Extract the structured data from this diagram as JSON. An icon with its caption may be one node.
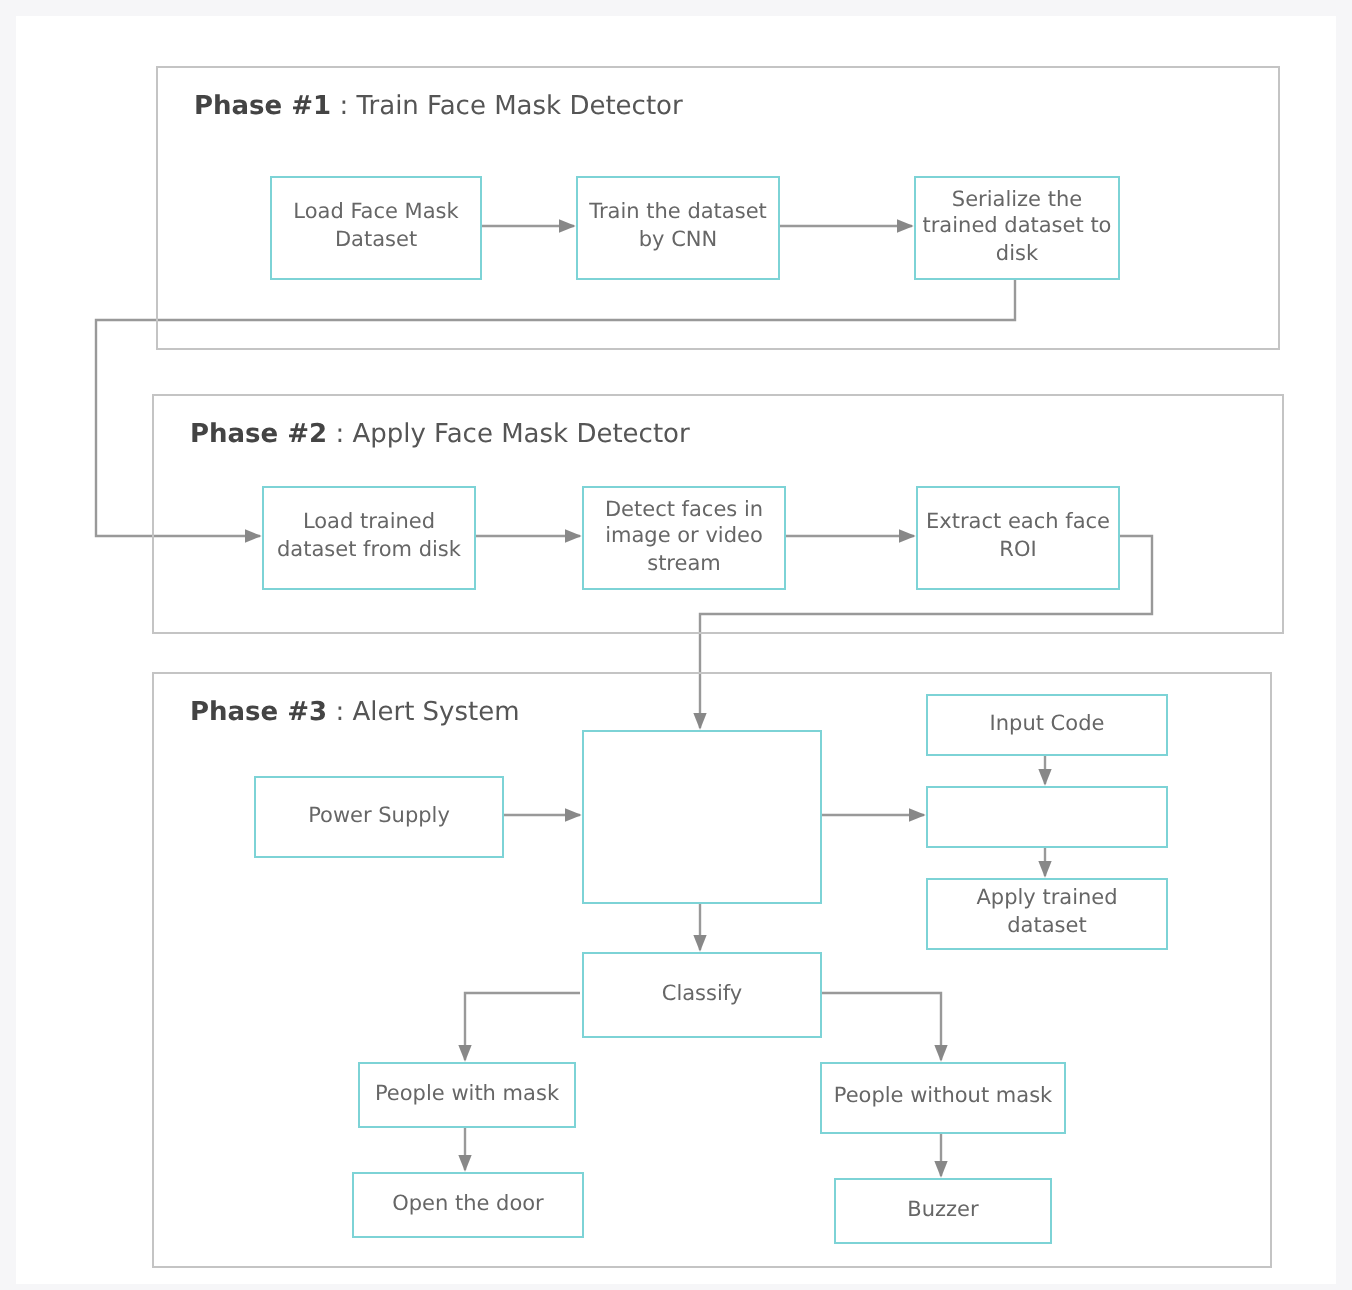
{
  "diagram": {
    "nodes": [
      {
        "text": [
          "**Phase #1** : Train Face Mask Detector"
        ]
      },
      {
        "text": [
          "Load Face Mask Dataset"
        ],
        "in": 0
      },
      {
        "text": [
          "Train the dataset by CNN"
        ],
        "in": 0
      },
      {
        "text": [
          "Serialize the trained dataset to disk"
        ],
        "in": 0
      },
      {
        "text": [
          "**Phase #2** : Apply Face Mask Detector"
        ]
      },
      {
        "text": [
          "Load trained dataset from disk"
        ],
        "in": 4
      },
      {
        "text": [
          "Detect faces in image or video stream"
        ],
        "in": 4
      },
      {
        "text": [
          "Extract each face ROI"
        ],
        "in": 4
      },
      {
        "text": [
          "**Phase #3** : Alert System"
        ]
      },
      {
        "text": [
          "Power Supply"
        ],
        "in": 8
      },
      {
        "text": [],
        "shape": "box",
        "in": 8
      },
      {
        "text": [
          "Input Code"
        ],
        "in": 8
      },
      {
        "text": [],
        "shape": "box",
        "in": 8
      },
      {
        "text": [
          "Apply trained dataset"
        ],
        "in": 8
      },
      {
        "text": [
          "Classify"
        ],
        "in": 8
      },
      {
        "text": [
          "People with mask"
        ],
        "in": 8
      },
      {
        "text": [
          "People without mask"
        ],
        "in": 8
      },
      {
        "text": [
          "Open the door"
        ],
        "in": 8
      },
      {
        "text": [
          "Buzzer"
        ],
        "in": 8
      }
    ],
    "edges": [
      {
        "from": 1,
        "to": 2,
        "arrow": "to"
      },
      {
        "from": 2,
        "to": 3,
        "arrow": "to"
      },
      {
        "from": 3,
        "to": 5,
        "arrow": "to"
      },
      {
        "from": 5,
        "to": 6,
        "arrow": "to"
      },
      {
        "from": 6,
        "to": 7,
        "arrow": "to"
      },
      {
        "from": 7,
        "to": 10,
        "arrow": "to"
      },
      {
        "from": 9,
        "to": 10,
        "arrow": "to"
      },
      {
        "from": 10,
        "to": 12,
        "arrow": "to"
      },
      {
        "from": 11,
        "to": 12,
        "arrow": "to"
      },
      {
        "from": 12,
        "to": 13,
        "arrow": "to"
      },
      {
        "from": 10,
        "to": 14,
        "arrow": "to"
      },
      {
        "from": 14,
        "to": 15,
        "arrow": "to"
      },
      {
        "from": 14,
        "to": 16,
        "arrow": "to"
      },
      {
        "from": 15,
        "to": 17,
        "arrow": "to"
      },
      {
        "from": 16,
        "to": 18,
        "arrow": "to"
      }
    ]
  }
}
